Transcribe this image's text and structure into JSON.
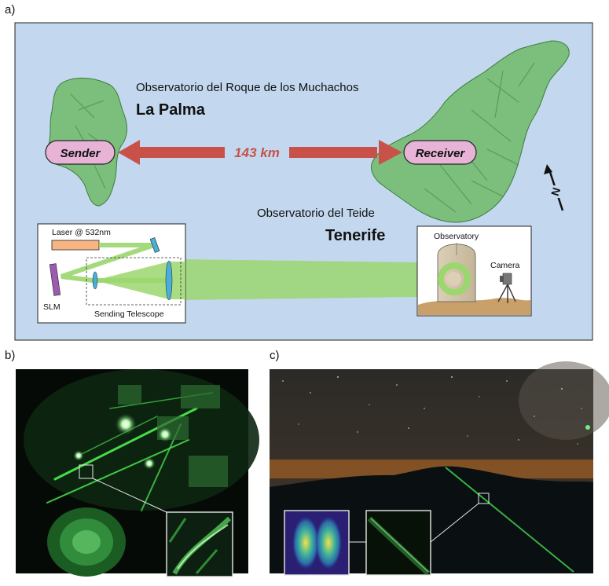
{
  "panel_labels": {
    "a": "a)",
    "b": "b)",
    "c": "c)"
  },
  "map": {
    "la_palma_observatory": "Observatorio del Roque de los Muchachos",
    "la_palma_name": "La Palma",
    "tenerife_observatory": "Observatorio del Teide",
    "tenerife_name": "Tenerife",
    "distance": "143 km",
    "sender_label": "Sender",
    "receiver_label": "Receiver",
    "north_label": "N",
    "colors": {
      "sea": "#c3d8ee",
      "land": "#7cbf7c",
      "arrow": "#c8524a",
      "badge": "#e7b3d6",
      "beam": "#9bd66e"
    }
  },
  "setup": {
    "laser_label": "Laser @ 532nm",
    "slm_label": "SLM",
    "telescope_label": "Sending Telescope"
  },
  "receiver_box": {
    "observatory_label": "Observatory",
    "camera_label": "Camera"
  }
}
